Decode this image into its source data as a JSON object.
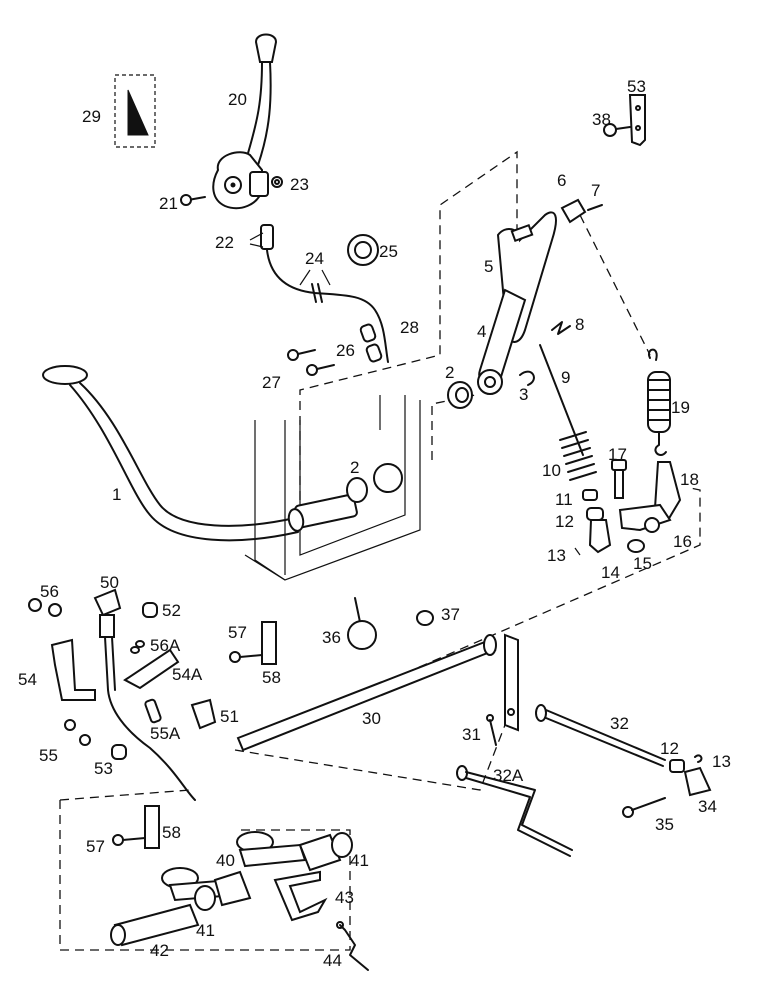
{
  "labels": {
    "p1": "1",
    "p2a": "2",
    "p2b": "2",
    "p3": "3",
    "p4": "4",
    "p5": "5",
    "p6": "6",
    "p7": "7",
    "p8": "8",
    "p9": "9",
    "p10": "10",
    "p11": "11",
    "p12a": "12",
    "p12b": "12",
    "p13a": "13",
    "p13b": "13",
    "p14": "14",
    "p15": "15",
    "p16": "16",
    "p17": "17",
    "p18": "18",
    "p19": "19",
    "p20": "20",
    "p21": "21",
    "p22": "22",
    "p23": "23",
    "p24": "24",
    "p25": "25",
    "p26": "26",
    "p27": "27",
    "p28": "28",
    "p29": "29",
    "p30": "30",
    "p31": "31",
    "p32": "32",
    "p32a": "32A",
    "p34": "34",
    "p35": "35",
    "p36": "36",
    "p37": "37",
    "p38": "38",
    "p40": "40",
    "p41a": "41",
    "p41b": "41",
    "p42": "42",
    "p43": "43",
    "p44": "44",
    "p50": "50",
    "p51": "51",
    "p52": "52",
    "p53a": "53",
    "p53b": "53",
    "p54": "54",
    "p54a": "54A",
    "p55": "55",
    "p55a": "55A",
    "p56": "56",
    "p56a": "56A",
    "p57a": "57",
    "p57b": "57",
    "p58a": "58",
    "p58b": "58"
  }
}
